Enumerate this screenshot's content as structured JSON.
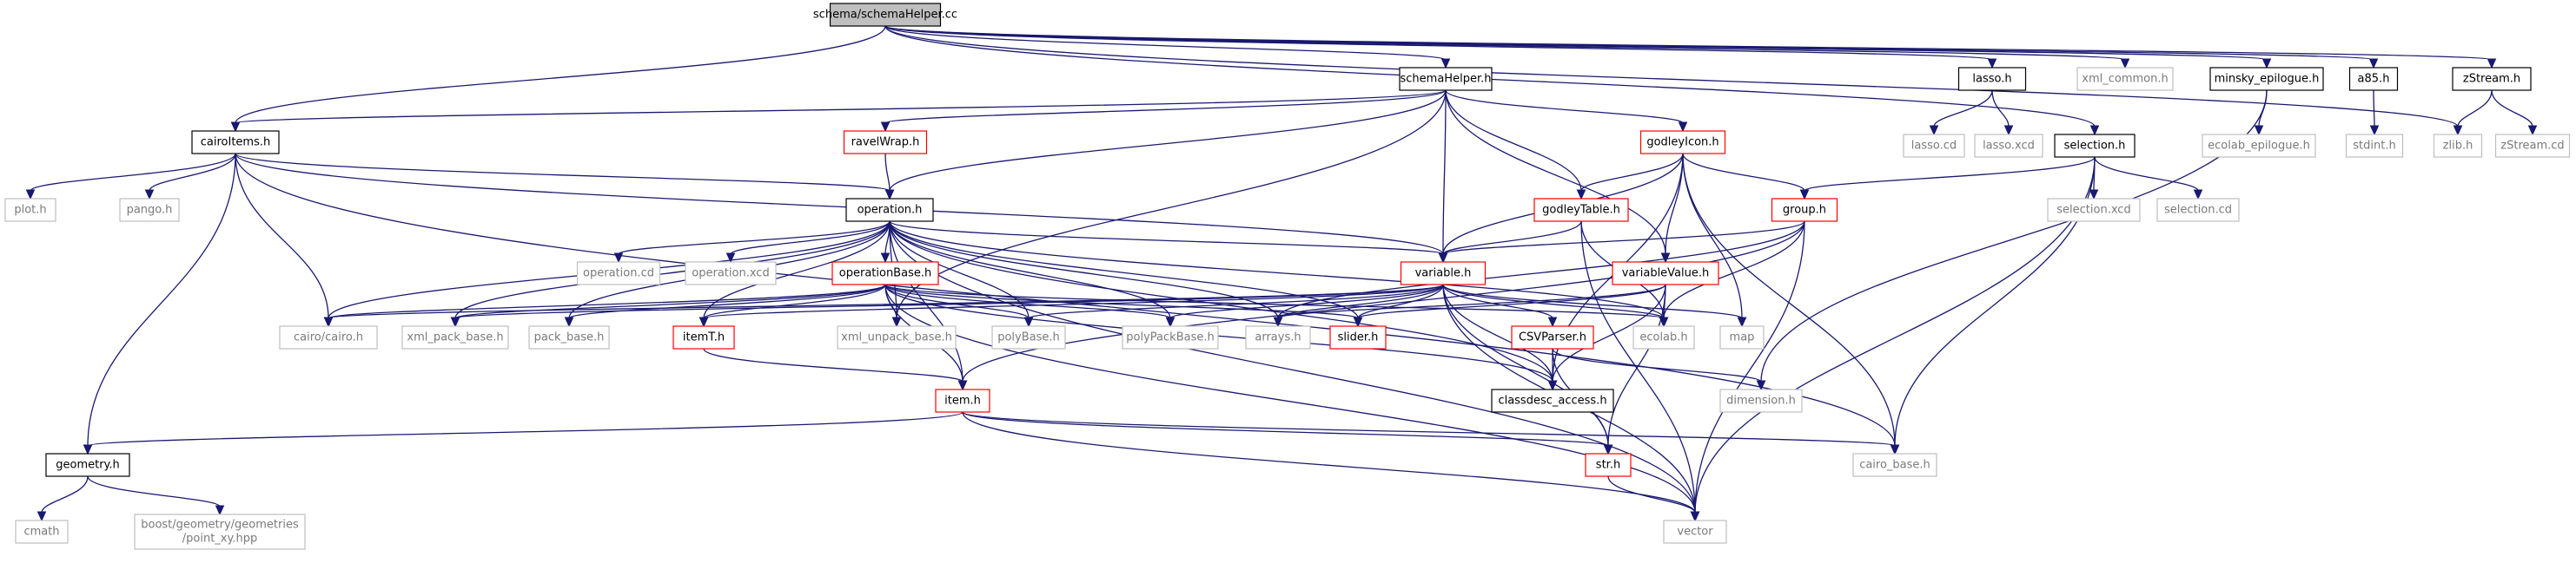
{
  "colors": {
    "edge": "#191970",
    "root_fill": "#bfbfbf",
    "box": "#000000",
    "linked": "#ff0000",
    "muted": "#bfbfbf"
  },
  "nodes": [
    {
      "id": "root",
      "label": "schema/schemaHelper.cc",
      "kind": "root"
    },
    {
      "id": "schemaHelper_h",
      "label": "schemaHelper.h",
      "kind": "box"
    },
    {
      "id": "lasso_h",
      "label": "lasso.h",
      "kind": "box"
    },
    {
      "id": "xml_common_h",
      "label": "xml_common.h",
      "kind": "muted"
    },
    {
      "id": "minsky_epilogue_h",
      "label": "minsky_epilogue.h",
      "kind": "box"
    },
    {
      "id": "a85_h",
      "label": "a85.h",
      "kind": "box"
    },
    {
      "id": "zStream_h",
      "label": "zStream.h",
      "kind": "box"
    },
    {
      "id": "cairoItems_h",
      "label": "cairoItems.h",
      "kind": "box"
    },
    {
      "id": "ravelWrap_h",
      "label": "ravelWrap.h",
      "kind": "linked"
    },
    {
      "id": "godleyIcon_h",
      "label": "godleyIcon.h",
      "kind": "linked"
    },
    {
      "id": "lasso_cd",
      "label": "lasso.cd",
      "kind": "muted"
    },
    {
      "id": "lasso_xcd",
      "label": "lasso.xcd",
      "kind": "muted"
    },
    {
      "id": "selection_h",
      "label": "selection.h",
      "kind": "box"
    },
    {
      "id": "ecolab_epilogue_h",
      "label": "ecolab_epilogue.h",
      "kind": "muted"
    },
    {
      "id": "stdint_h",
      "label": "stdint.h",
      "kind": "muted"
    },
    {
      "id": "zlib_h",
      "label": "zlib.h",
      "kind": "muted"
    },
    {
      "id": "zStream_cd",
      "label": "zStream.cd",
      "kind": "muted"
    },
    {
      "id": "plot_h",
      "label": "plot.h",
      "kind": "muted"
    },
    {
      "id": "pango_h",
      "label": "pango.h",
      "kind": "muted"
    },
    {
      "id": "operation_h",
      "label": "operation.h",
      "kind": "box"
    },
    {
      "id": "godleyTable_h",
      "label": "godleyTable.h",
      "kind": "linked"
    },
    {
      "id": "group_h",
      "label": "group.h",
      "kind": "linked"
    },
    {
      "id": "selection_xcd",
      "label": "selection.xcd",
      "kind": "muted"
    },
    {
      "id": "selection_cd",
      "label": "selection.cd",
      "kind": "muted"
    },
    {
      "id": "operation_cd",
      "label": "operation.cd",
      "kind": "muted"
    },
    {
      "id": "operation_xcd",
      "label": "operation.xcd",
      "kind": "muted"
    },
    {
      "id": "operationBase_h",
      "label": "operationBase.h",
      "kind": "linked"
    },
    {
      "id": "variable_h",
      "label": "variable.h",
      "kind": "linked"
    },
    {
      "id": "variableValue_h",
      "label": "variableValue.h",
      "kind": "linked"
    },
    {
      "id": "cairo_h",
      "label": "cairo/cairo.h",
      "kind": "muted"
    },
    {
      "id": "xml_pack_base_h",
      "label": "xml_pack_base.h",
      "kind": "muted"
    },
    {
      "id": "pack_base_h",
      "label": "pack_base.h",
      "kind": "muted"
    },
    {
      "id": "itemT_h",
      "label": "itemT.h",
      "kind": "linked"
    },
    {
      "id": "xml_unpack_base_h",
      "label": "xml_unpack_base.h",
      "kind": "muted"
    },
    {
      "id": "polyBase_h",
      "label": "polyBase.h",
      "kind": "muted"
    },
    {
      "id": "polyPackBase_h",
      "label": "polyPackBase.h",
      "kind": "muted"
    },
    {
      "id": "arrays_h",
      "label": "arrays.h",
      "kind": "muted"
    },
    {
      "id": "slider_h",
      "label": "slider.h",
      "kind": "linked"
    },
    {
      "id": "CSVParser_h",
      "label": "CSVParser.h",
      "kind": "linked"
    },
    {
      "id": "ecolab_h",
      "label": "ecolab.h",
      "kind": "muted"
    },
    {
      "id": "map",
      "label": "map",
      "kind": "muted"
    },
    {
      "id": "classdesc_access_h",
      "label": "classdesc_access.h",
      "kind": "box"
    },
    {
      "id": "dimension_h",
      "label": "dimension.h",
      "kind": "muted"
    },
    {
      "id": "item_h",
      "label": "item.h",
      "kind": "linked"
    },
    {
      "id": "geometry_h",
      "label": "geometry.h",
      "kind": "box"
    },
    {
      "id": "str_h",
      "label": "str.h",
      "kind": "linked"
    },
    {
      "id": "cairo_base_h",
      "label": "cairo_base.h",
      "kind": "muted"
    },
    {
      "id": "cmath",
      "label": "cmath",
      "kind": "muted"
    },
    {
      "id": "boost_point_xy",
      "label": "boost/geometry/geometries/point_xy.hpp",
      "lines": [
        "boost/geometry/geometries",
        "/point_xy.hpp"
      ],
      "kind": "muted"
    },
    {
      "id": "vector",
      "label": "vector",
      "kind": "muted"
    }
  ],
  "edges": [
    [
      "root",
      "schemaHelper_h"
    ],
    [
      "root",
      "lasso_h"
    ],
    [
      "root",
      "xml_common_h"
    ],
    [
      "root",
      "minsky_epilogue_h"
    ],
    [
      "root",
      "a85_h"
    ],
    [
      "root",
      "zStream_h"
    ],
    [
      "root",
      "cairoItems_h"
    ],
    [
      "root",
      "selection_h"
    ],
    [
      "root",
      "zlib_h"
    ],
    [
      "schemaHelper_h",
      "ravelWrap_h"
    ],
    [
      "schemaHelper_h",
      "godleyIcon_h"
    ],
    [
      "schemaHelper_h",
      "operation_h"
    ],
    [
      "schemaHelper_h",
      "godleyTable_h"
    ],
    [
      "schemaHelper_h",
      "variable_h"
    ],
    [
      "schemaHelper_h",
      "variableValue_h"
    ],
    [
      "schemaHelper_h",
      "xml_unpack_base_h"
    ],
    [
      "schemaHelper_h",
      "cairoItems_h"
    ],
    [
      "lasso_h",
      "lasso_cd"
    ],
    [
      "lasso_h",
      "lasso_xcd"
    ],
    [
      "minsky_epilogue_h",
      "ecolab_epilogue_h"
    ],
    [
      "minsky_epilogue_h",
      "dimension_h"
    ],
    [
      "a85_h",
      "stdint_h"
    ],
    [
      "zStream_h",
      "zlib_h"
    ],
    [
      "zStream_h",
      "zStream_cd"
    ],
    [
      "cairoItems_h",
      "plot_h"
    ],
    [
      "cairoItems_h",
      "pango_h"
    ],
    [
      "cairoItems_h",
      "operation_h"
    ],
    [
      "cairoItems_h",
      "cairo_h"
    ],
    [
      "cairoItems_h",
      "geometry_h"
    ],
    [
      "cairoItems_h",
      "cairo_base_h"
    ],
    [
      "cairoItems_h",
      "variable_h"
    ],
    [
      "ravelWrap_h",
      "operation_h"
    ],
    [
      "godleyIcon_h",
      "godleyTable_h"
    ],
    [
      "godleyIcon_h",
      "group_h"
    ],
    [
      "godleyIcon_h",
      "variable_h"
    ],
    [
      "godleyIcon_h",
      "variableValue_h"
    ],
    [
      "godleyIcon_h",
      "map"
    ],
    [
      "godleyIcon_h",
      "cairo_base_h"
    ],
    [
      "godleyIcon_h",
      "classdesc_access_h"
    ],
    [
      "selection_h",
      "group_h"
    ],
    [
      "selection_h",
      "selection_xcd"
    ],
    [
      "selection_h",
      "selection_cd"
    ],
    [
      "selection_h",
      "cairo_base_h"
    ],
    [
      "selection_h",
      "vector"
    ],
    [
      "operation_h",
      "operation_cd"
    ],
    [
      "operation_h",
      "operation_xcd"
    ],
    [
      "operation_h",
      "operationBase_h"
    ],
    [
      "operation_h",
      "variable_h"
    ],
    [
      "operation_h",
      "cairo_h"
    ],
    [
      "operation_h",
      "xml_pack_base_h"
    ],
    [
      "operation_h",
      "pack_base_h"
    ],
    [
      "operation_h",
      "itemT_h"
    ],
    [
      "operation_h",
      "xml_unpack_base_h"
    ],
    [
      "operation_h",
      "polyBase_h"
    ],
    [
      "operation_h",
      "polyPackBase_h"
    ],
    [
      "operation_h",
      "arrays_h"
    ],
    [
      "operation_h",
      "slider_h"
    ],
    [
      "operation_h",
      "ecolab_h"
    ],
    [
      "operation_h",
      "classdesc_access_h"
    ],
    [
      "operation_h",
      "item_h"
    ],
    [
      "operation_h",
      "vector"
    ],
    [
      "godleyTable_h",
      "variable_h"
    ],
    [
      "godleyTable_h",
      "ecolab_h"
    ],
    [
      "godleyTable_h",
      "vector"
    ],
    [
      "group_h",
      "variable_h"
    ],
    [
      "group_h",
      "ecolab_h"
    ],
    [
      "group_h",
      "item_h"
    ],
    [
      "group_h",
      "vector"
    ],
    [
      "group_h",
      "arrays_h"
    ],
    [
      "operationBase_h",
      "cairo_h"
    ],
    [
      "operationBase_h",
      "xml_pack_base_h"
    ],
    [
      "operationBase_h",
      "pack_base_h"
    ],
    [
      "operationBase_h",
      "itemT_h"
    ],
    [
      "operationBase_h",
      "xml_unpack_base_h"
    ],
    [
      "operationBase_h",
      "polyBase_h"
    ],
    [
      "operationBase_h",
      "polyPackBase_h"
    ],
    [
      "operationBase_h",
      "ecolab_h"
    ],
    [
      "operationBase_h",
      "classdesc_access_h"
    ],
    [
      "operationBase_h",
      "item_h"
    ],
    [
      "operationBase_h",
      "vector"
    ],
    [
      "operationBase_h",
      "slider_h"
    ],
    [
      "variable_h",
      "cairo_h"
    ],
    [
      "variable_h",
      "itemT_h"
    ],
    [
      "variable_h",
      "polyBase_h"
    ],
    [
      "variable_h",
      "polyPackBase_h"
    ],
    [
      "variable_h",
      "arrays_h"
    ],
    [
      "variable_h",
      "slider_h"
    ],
    [
      "variable_h",
      "ecolab_h"
    ],
    [
      "variable_h",
      "map"
    ],
    [
      "variable_h",
      "CSVParser_h"
    ],
    [
      "variable_h",
      "classdesc_access_h"
    ],
    [
      "variable_h",
      "str_h"
    ],
    [
      "variable_h",
      "vector"
    ],
    [
      "variable_h",
      "xml_pack_base_h"
    ],
    [
      "variableValue_h",
      "ecolab_h"
    ],
    [
      "variableValue_h",
      "arrays_h"
    ],
    [
      "variableValue_h",
      "classdesc_access_h"
    ],
    [
      "variableValue_h",
      "str_h"
    ],
    [
      "variableValue_h",
      "slider_h"
    ],
    [
      "CSVParser_h",
      "classdesc_access_h"
    ],
    [
      "CSVParser_h",
      "dimension_h"
    ],
    [
      "CSVParser_h",
      "str_h"
    ],
    [
      "itemT_h",
      "item_h"
    ],
    [
      "item_h",
      "geometry_h"
    ],
    [
      "item_h",
      "cairo_base_h"
    ],
    [
      "item_h",
      "str_h"
    ],
    [
      "item_h",
      "vector"
    ],
    [
      "str_h",
      "vector"
    ],
    [
      "geometry_h",
      "cmath"
    ],
    [
      "geometry_h",
      "boost_point_xy"
    ]
  ]
}
